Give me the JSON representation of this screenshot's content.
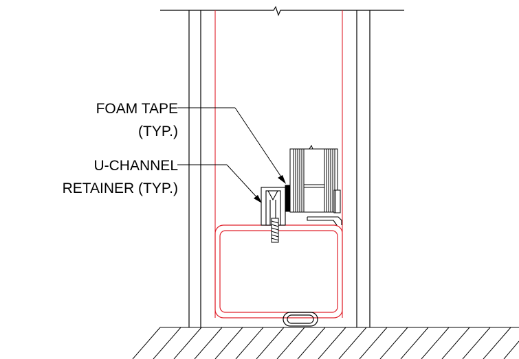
{
  "colors": {
    "line": "#000000",
    "tube": "#e0202a",
    "background": "#ffffff"
  },
  "labels": {
    "foam_tape": {
      "line1": "FOAM TAPE",
      "line2": "(TYP.)"
    },
    "u_channel_retainer": {
      "line1": "U-CHANNEL",
      "line2": "RETAINER (TYP.)"
    }
  }
}
